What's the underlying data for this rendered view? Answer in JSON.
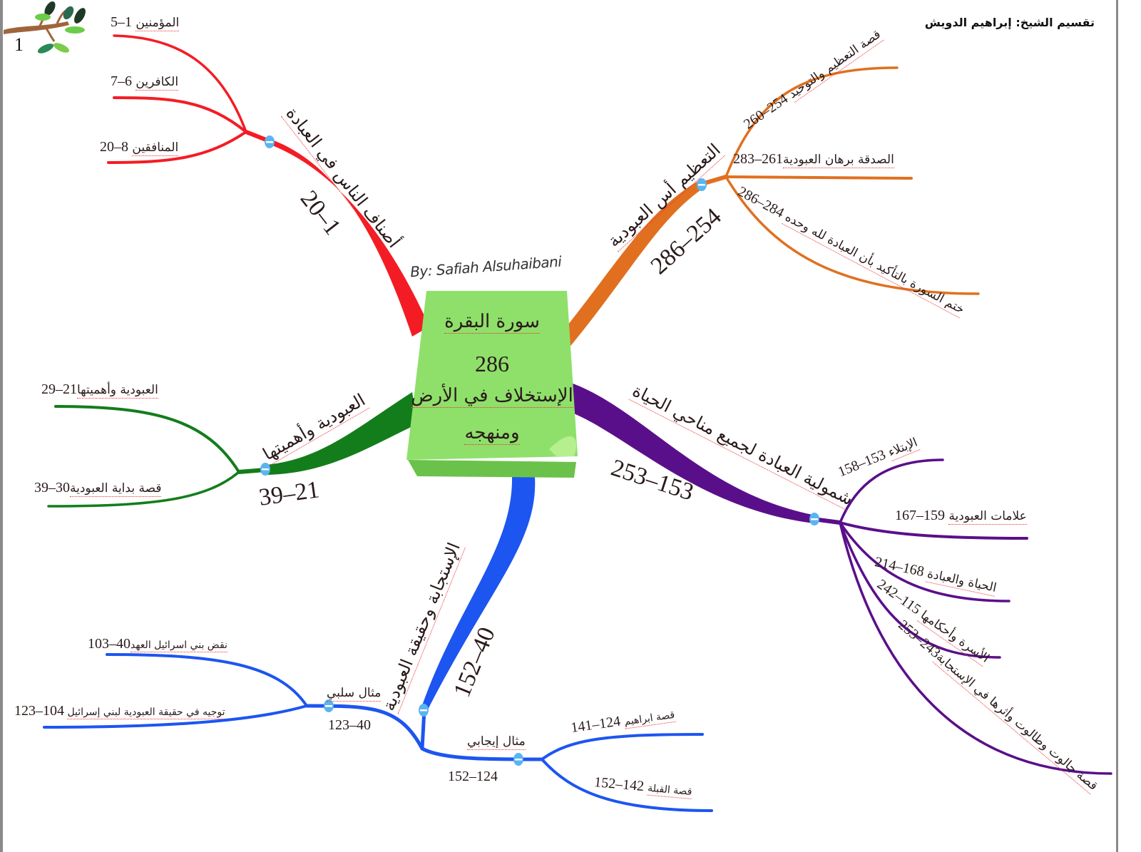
{
  "header": {
    "credit": "تقسيم الشيخ: إبراهيم الدويش",
    "page_number": "1"
  },
  "center": {
    "surah": "سورة البقرة",
    "verses": "286",
    "theme_line1": "الإستخلاف في الأرض",
    "theme_line2": "ومنهجه",
    "byline": "By: Safiah Alsuhaibani",
    "color": "#8ee06a"
  },
  "branches": {
    "red": {
      "color": "#f41c24",
      "label": "أصناف الناس في العبادة",
      "range": "20–1",
      "leaves": [
        {
          "label": "المؤمنين",
          "range": "5–1"
        },
        {
          "label": "الكافرين",
          "range": "7–6"
        },
        {
          "label": "المنافقين",
          "range": "20–8"
        }
      ]
    },
    "orange": {
      "color": "#e07020",
      "label": "التعظيم أس العبودية",
      "range": "286–254",
      "leaves": [
        {
          "label": "قصة التعظيم والتوحيد",
          "range": "260–254"
        },
        {
          "label": "الصدقة برهان العبودية",
          "range": "283–261"
        },
        {
          "label": "ختم السورة بالتأكيد بأن العبادة لله وحده",
          "range": "286–284"
        }
      ]
    },
    "purple": {
      "color": "#5a0f8a",
      "label": "شمولية العبادة لجميع مناحي الحياة",
      "range": "253–153",
      "leaves": [
        {
          "label": "الإبتلاء",
          "range": "158–153"
        },
        {
          "label": "علامات العبودية",
          "range": "167–159"
        },
        {
          "label": "الحياة والعبادة",
          "range": "214–168"
        },
        {
          "label": "الأسرة وأحكامها",
          "range": "242–115"
        },
        {
          "label": "قصة جالوت وطالوت وأثرها في الإستجابة",
          "range": "253–243"
        }
      ]
    },
    "green": {
      "color": "#137d1c",
      "label": "العبودية وأهميتها",
      "range": "39–21",
      "leaves": [
        {
          "label": "العبودية وأهميتها",
          "range": "29–21"
        },
        {
          "label": "قصة بداية العبودية",
          "range": "39–30"
        }
      ]
    },
    "blue": {
      "color": "#1d55f0",
      "label": "الإستجابة وحقيقة العبودية",
      "range": "152–40",
      "sub": [
        {
          "label": "مثال سلبي",
          "range": "123–40",
          "leaves": [
            {
              "label": "نقض بني اسرائيل العهد",
              "range": "103–40"
            },
            {
              "label": "توجيه في حقيقة العبودية لبني إسرائيل",
              "range": "123–104"
            }
          ]
        },
        {
          "label": "مثال إيجابي",
          "range": "152–124",
          "leaves": [
            {
              "label": "قصة ابراهيم",
              "range": "141–124"
            },
            {
              "label": "قصة القبلة",
              "range": "152–142"
            }
          ]
        }
      ]
    }
  },
  "collapse_icon": "minus-circle-icon",
  "logo_icon": "leafy-branch-icon"
}
